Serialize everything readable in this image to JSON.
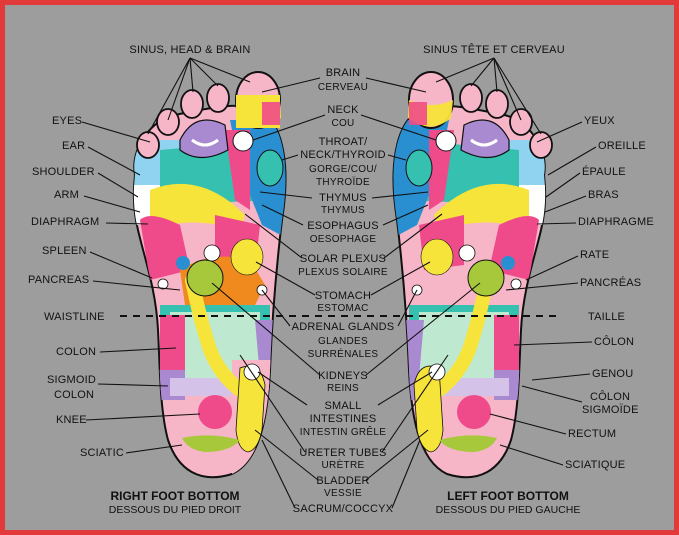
{
  "labels": {
    "sinus_en": "SINUS, HEAD & BRAIN",
    "sinus_fr": "SINUS TÊTE ET CERVEAU",
    "brain": "BRAIN",
    "brain_fr": "CERVEAU",
    "neck": "NECK",
    "neck_fr": "COU",
    "throat": "THROAT/",
    "throat2": "NECK/THYROID",
    "throat_fr": "GORGE/COU/",
    "throat_fr2": "THYROÏDE",
    "thymus": "THYMUS",
    "thymus_fr": "THYMUS",
    "esophagus": "ESOPHAGUS",
    "esophagus_fr": "OESOPHAGE",
    "solar": "SOLAR PLEXUS",
    "solar_fr": "PLEXUS SOLAIRE",
    "stomach": "STOMACH",
    "stomach_fr": "ESTOMAC",
    "adrenal": "ADRENAL GLANDS",
    "adrenal_fr": "GLANDES",
    "adrenal_fr2": "SURRÉNALES",
    "kidneys": "KIDNEYS",
    "kidneys_fr": "REINS",
    "small": "SMALL",
    "small2": "INTESTINES",
    "small_fr": "INTESTIN GRÊLE",
    "ureter": "URETER TUBES",
    "ureter_fr": "URÈTRE",
    "bladder": "BLADDER",
    "bladder_fr": "VESSIE",
    "sacrum": "SACRUM/COCCYX",
    "eyes": "EYES",
    "ear": "EAR",
    "shoulder": "SHOULDER",
    "arm": "ARM",
    "diaphragm": "DIAPHRAGM",
    "spleen": "SPLEEN",
    "pancreas": "PANCREAS",
    "waistline": "WAISTLINE",
    "colon": "COLON",
    "sigmoid": "SIGMOID",
    "sigmoid2": "COLON",
    "knee": "KNEE",
    "sciatic": "SCIATIC",
    "yeux": "YEUX",
    "oreille": "OREILLE",
    "epaule": "ÉPAULE",
    "bras": "BRAS",
    "diaphragme": "DIAPHRAGME",
    "rate": "RATE",
    "pancreas_fr": "PANCRÉAS",
    "taille": "TAILLE",
    "colon_fr": "CÔLON",
    "genou": "GENOU",
    "colon_sig_fr": "CÔLON",
    "colon_sig_fr2": "SIGMOÏDE",
    "rectum": "RECTUM",
    "sciatique": "SCIATIQUE",
    "right_foot": "RIGHT FOOT BOTTOM",
    "right_foot_fr": "DESSOUS DU PIED DROIT",
    "left_foot": "LEFT FOOT BOTTOM",
    "left_foot_fr": "DESSOUS DU PIED GAUCHE"
  },
  "colors": {
    "background": "#9d9d9d",
    "border": "#e23a3a",
    "pink": "#ef4b8a",
    "light_pink": "#f7b6c8",
    "yellow": "#f7e43a",
    "orange": "#f08a1e",
    "lime": "#a8c83c",
    "teal": "#35c0b0",
    "blue": "#2a8fd0",
    "light_blue": "#8fd3f0",
    "purple": "#a98ad0",
    "light_purple": "#d4c2e8",
    "mint": "#bfe8d0"
  }
}
